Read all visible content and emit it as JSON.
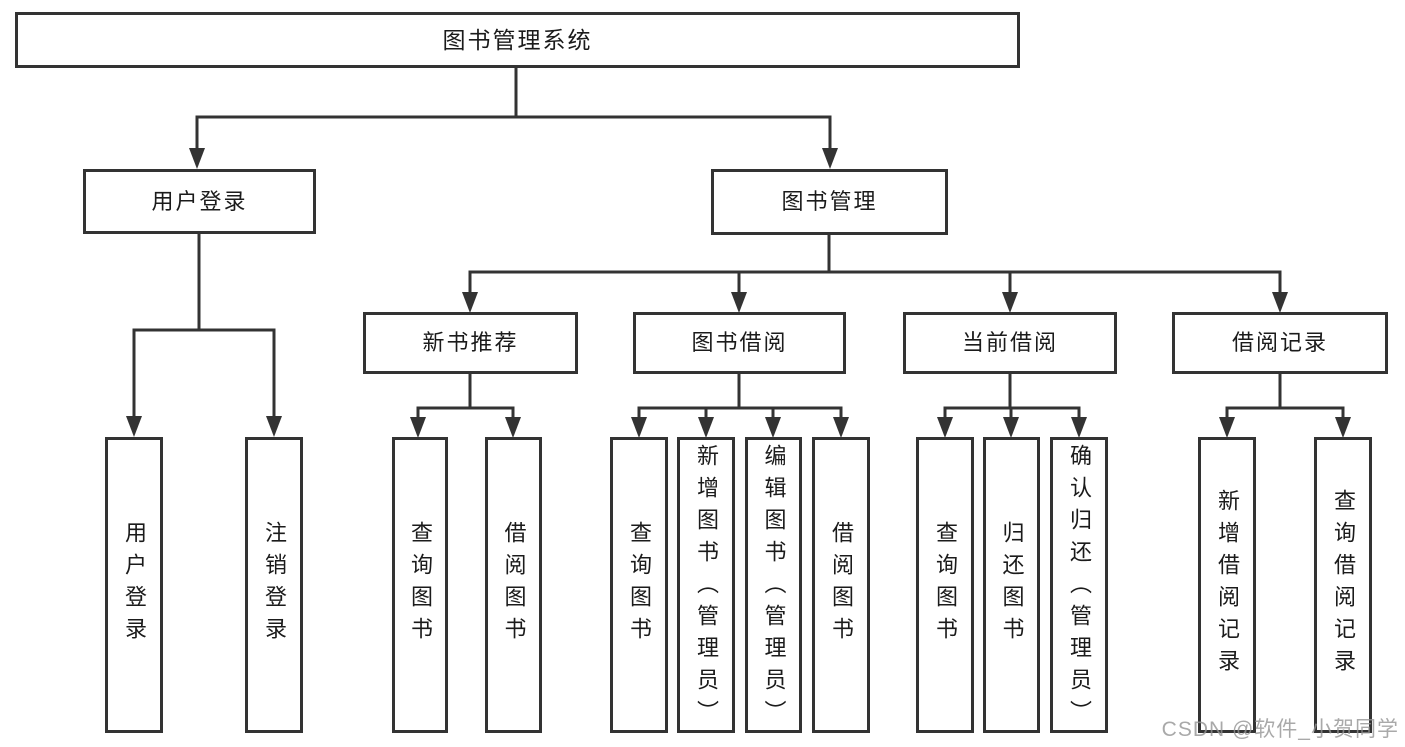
{
  "tree": {
    "label": "图书管理系统",
    "children": [
      {
        "label": "用户登录",
        "children": [
          {
            "label": "用户登录"
          },
          {
            "label": "注销登录"
          }
        ]
      },
      {
        "label": "图书管理",
        "children": [
          {
            "label": "新书推荐",
            "children": [
              {
                "label": "查询图书"
              },
              {
                "label": "借阅图书"
              }
            ]
          },
          {
            "label": "图书借阅",
            "children": [
              {
                "label": "查询图书"
              },
              {
                "label": "新增图书（管理员）"
              },
              {
                "label": "编辑图书（管理员）"
              },
              {
                "label": "借阅图书"
              }
            ]
          },
          {
            "label": "当前借阅",
            "children": [
              {
                "label": "查询图书"
              },
              {
                "label": "归还图书"
              },
              {
                "label": "确认归还（管理员）"
              }
            ]
          },
          {
            "label": "借阅记录",
            "children": [
              {
                "label": "新增借阅记录"
              },
              {
                "label": "查询借阅记录"
              }
            ]
          }
        ]
      }
    ]
  },
  "watermark": {
    "text": "CSDN @软件_小贺同学"
  },
  "colors": {
    "line": "#333333",
    "text": "#1b1b1b",
    "background": "#ffffff",
    "watermark": "#949494"
  }
}
